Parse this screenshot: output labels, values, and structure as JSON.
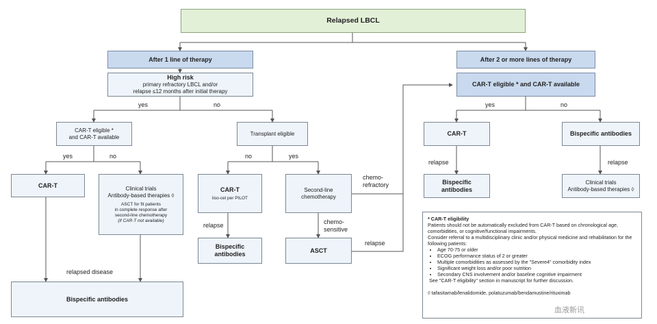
{
  "nodes": {
    "root": "Relapsed LBCL",
    "after1": "After 1 line of therapy",
    "after2": "After 2 or more lines of therapy",
    "high_risk_title": "High risk",
    "high_risk_line1": "primary refractory LBCL and/or",
    "high_risk_line2": "relapse ≤12 months after initial therapy",
    "cart_eligible_l1": "CAR-T eligible *",
    "cart_eligible_l2": "and CAR-T available",
    "transplant_eligible": "Transplant eligible",
    "cart_left": "CAR-T",
    "trials_title": "Clinical trials",
    "trials_abt": "Antibody-based therapies ◊",
    "trials_asct1": "ASCT for fit patients",
    "trials_asct2": "in complete response after",
    "trials_asct3": "second-line chemotherapy",
    "trials_asct4": "(if CAR-T not available)",
    "cart_mid": "CAR-T",
    "cart_mid_sub": "liso-cel per PILOT",
    "second_line_l1": "Second-line",
    "second_line_l2": "chemotherapy",
    "bispec_mid_l1": "Bispecific",
    "bispec_mid_l2": "antibodies",
    "asct": "ASCT",
    "bispec_bottom": "Bispecific antibodies",
    "cart_right_head": "CAR-T eligible * and CAR-T available",
    "cart_right": "CAR-T",
    "bispec_right": "Bispecific antibodies",
    "bispec_after_cart_l1": "Bispecific",
    "bispec_after_cart_l2": "antibodies",
    "trials_right_l1": "Clinical trials",
    "trials_right_l2": "Antibody-based therapies ◊"
  },
  "edges": {
    "yes1": "yes",
    "no1": "no",
    "yes2": "yes",
    "no2": "no",
    "no3": "no",
    "yes3": "yes",
    "yes4": "yes",
    "no4": "no",
    "relapse_mid": "relapse",
    "relapsed_disease": "relapsed disease",
    "chemo_sensitive_l1": "chemo-",
    "chemo_sensitive_l2": "sensitive",
    "chemo_refractory_l1": "chemo-",
    "chemo_refractory_l2": "refractory",
    "relapse_asct": "relapse",
    "relapse_right1": "relapse",
    "relapse_right2": "relapse"
  },
  "note": {
    "title": "* CAR-T eligibility",
    "para1": "Patients should not be automatically excluded from CAR-T based on chronological age, comorbidities, or cognitive/functional impairments.",
    "para2": "Consider referral to a multidisciplinary clinic and/or physical medicine and rehabilitation for the following patients:",
    "bullets": [
      "Age 70-75 or older",
      "ECOG performance status of 2 or greater",
      "Multiple comorbidities as assessed by the \"Severe4\" comorbidity index",
      "Significant weight loss and/or poor nutrition",
      "Secondary CNS involvement and/or baseline cognitive impairment"
    ],
    "see": "See \"CAR-T eligibility\" section in manuscript for further discussion.",
    "footnote": "◊ tafasitamab/lenalidomide, polatuzumab/bendamustine/rituximab"
  },
  "watermark": "血液新讯"
}
